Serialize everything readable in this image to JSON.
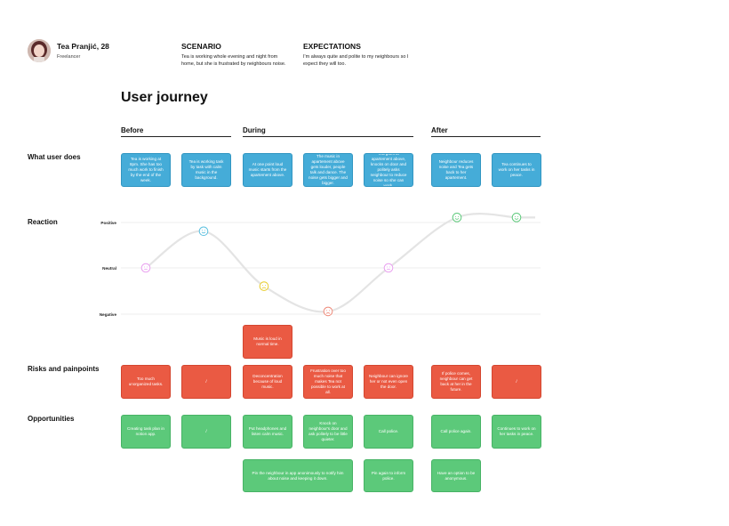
{
  "persona": {
    "name": "Tea Pranjić, 28",
    "role": "Freelancer"
  },
  "scenario": {
    "title": "SCENARIO",
    "text": "Tea is working whole evening and night from home, but she is frustrated by neighbours noise."
  },
  "expectations": {
    "title": "EXPECTATIONS",
    "text": "I'm always quite and polite to my neighbours so I expect they will too."
  },
  "journey_title": "User journey",
  "phases": [
    "Before",
    "During",
    "After"
  ],
  "row_labels": {
    "does": "What user does",
    "reaction": "Reaction",
    "risks": "Risks and painpoints",
    "opportunities": "Opportunities"
  },
  "does_cards": [
    "Tea is working at 8pm. She has too much work to finish by the end of the week.",
    "Tea is working task by task with calm music in the background.",
    "At one point loud music starts from the apartement above.",
    "The music in apartement above gets louder, people talk and dance. The noise gets bigger and bigger.",
    "Tea goes to apartement above, knocks on door and politely asks neighbour to reduce noise so she can work.",
    "Neighbour reduces noise and Tea gets back to her apartement.",
    "Tea continues to work on her tasks in peace."
  ],
  "risk_extra": "Music is loud in normal time.",
  "risk_cards": [
    "Too much unorganized tasks.",
    "/",
    "Deconcentration because of loud music.",
    "Frustration over too much noise that makes Tea not possible to work at all.",
    "Neighbour can ignore her or not even open the door.",
    "If police comes, neighbour can get back at her in the future.",
    "/"
  ],
  "opportunity_cards": [
    "Creating task plan in notion app.",
    "/",
    "Put headphones and listen calm music.",
    "Knock on neighbour's door and ask politely to be little quieter.",
    "Call police.",
    "Call police again.",
    "Continues to work on her tasks in peace."
  ],
  "opportunity_extra": [
    "Pin the neighbour in app anonimously to notify him about noise and keeping it down.",
    "Pin again to inform police.",
    "Have an option to be anonymous."
  ],
  "chart_data": {
    "type": "line",
    "levels": [
      "Positive",
      "Neutral",
      "Negative"
    ],
    "points": [
      {
        "step": 1,
        "level": "Neutral",
        "value": 0,
        "color": "#e9a0f0"
      },
      {
        "step": 2,
        "level": "Positive",
        "value": 0.8,
        "color": "#5bc0e0"
      },
      {
        "step": 3,
        "level": "Negative",
        "value": -0.4,
        "color": "#e8cc2a"
      },
      {
        "step": 4,
        "level": "Negative",
        "value": -0.95,
        "color": "#ee8a7a"
      },
      {
        "step": 5,
        "level": "Neutral",
        "value": 0,
        "color": "#e9a0f0"
      },
      {
        "step": 6,
        "level": "Positive",
        "value": 1.1,
        "color": "#5cc97a"
      },
      {
        "step": 7,
        "level": "Positive",
        "value": 1.1,
        "color": "#5cc97a"
      }
    ],
    "ylim": [
      -1,
      1
    ],
    "grid": true
  }
}
